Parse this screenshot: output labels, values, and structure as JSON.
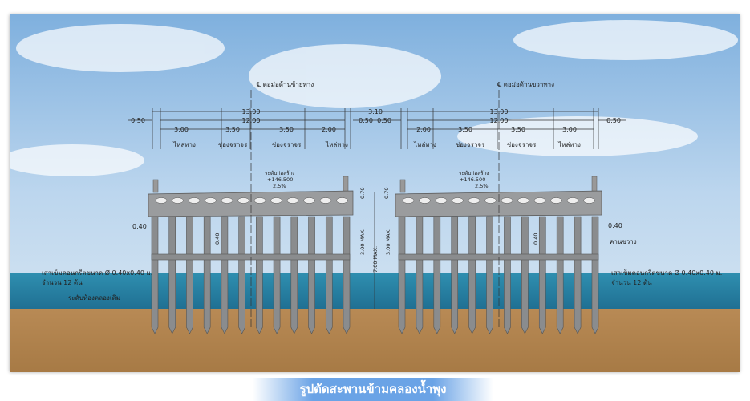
{
  "left_centerline": "℄ ตอม่อด้านซ้ายทาง",
  "right_centerline": "℄ ตอม่อด้านขวาทาง",
  "dims": {
    "total": "13.00",
    "inner": "12.00",
    "gap": "3.10",
    "edge": "0.50",
    "shoulder_wide": "3.00",
    "lane": "3.50",
    "shoulder_narrow": "2.00",
    "deck_depth": "0.70",
    "beam_height": "3.00 MAX.",
    "pile_height": "7.00 MAX.",
    "pile_width": "0.40"
  },
  "labels": {
    "shoulder": "ไหล่ทาง",
    "lane": "ช่องจราจร",
    "construction_level": "ระดับก่อสร้าง",
    "level_value": "+146.500",
    "slope": "2.5%",
    "pile_spec": "เสาเข็มคอนกรีตขนาด Ø 0.40x0.40 ม.",
    "pile_count": "จำนวน 12 ต้น",
    "bed_level": "ระดับท้องคลองเดิม",
    "crossbeam": "คานขวาง"
  },
  "piles_per_bent": 12,
  "caption": "รูปตัดสะพานข้ามคลองน้ำพุง"
}
